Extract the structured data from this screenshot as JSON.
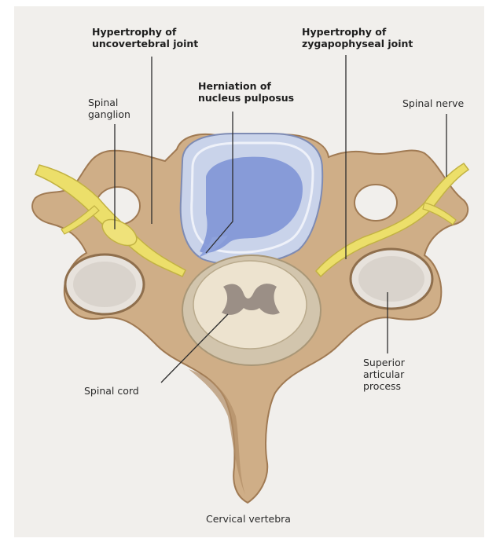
{
  "labels": {
    "uncovertebral": "Hypertrophy of\nuncovertebral joint",
    "zygapophyseal": "Hypertrophy of\nzygapophyseal joint",
    "herniation": "Herniation of\nnucleus pulposus",
    "spinal_ganglion": "Spinal\nganglion",
    "spinal_nerve": "Spinal nerve",
    "spinal_cord": "Spinal cord",
    "superior_articular": "Superior\narticular\nprocess",
    "caption": "Cervical vertebra"
  },
  "colors": {
    "background": "#f1efec",
    "bone": "#cfae87",
    "bone_dark": "#a07a53",
    "disc_outer": "#c9d3ea",
    "nucleus": "#7f95d6",
    "nerve": "#ecdf6a",
    "cord": "#ede3cf",
    "gray_matter": "#9b8f86"
  }
}
